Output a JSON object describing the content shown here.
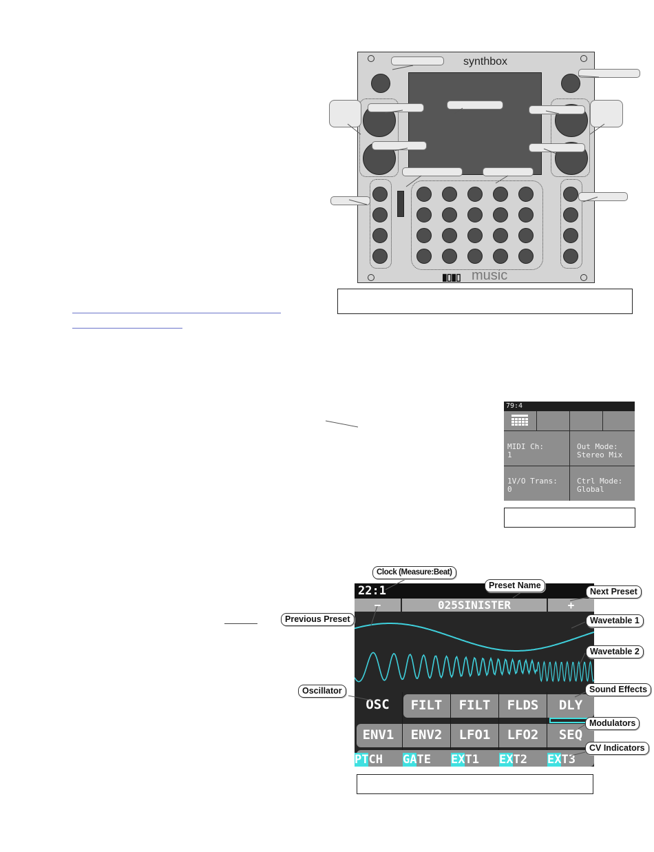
{
  "panel": {
    "title": "synthbox",
    "brand_logo": "1010music",
    "brand_text": "music"
  },
  "settings_screen": {
    "clock": "79:4",
    "midi_ch_label": "MIDI Ch:",
    "midi_ch_value": "1",
    "out_mode_label": "Out Mode:",
    "out_mode_value": "Stereo Mix",
    "trans_label": "1V/O Trans:",
    "trans_value": "0",
    "ctrl_mode_label": "Ctrl Mode:",
    "ctrl_mode_value": "Global"
  },
  "main_screen": {
    "clock": "22:1",
    "prev_preset": "−",
    "preset_name": "025SINISTER",
    "next_preset": "+",
    "row1": [
      "OSC",
      "FILT",
      "FILT",
      "FLDS",
      "DLY"
    ],
    "row2": [
      "ENV1",
      "ENV2",
      "LFO1",
      "LFO2",
      "SEQ"
    ],
    "cv": [
      {
        "hl": "PT",
        "rest": "CH"
      },
      {
        "hl": "GA",
        "rest": "TE"
      },
      {
        "hl": "EX",
        "rest": "T1"
      },
      {
        "hl": "EX",
        "rest": "T2"
      },
      {
        "hl": "EX",
        "rest": "T3"
      }
    ],
    "wave_color": "#3fd0dc"
  },
  "callouts": {
    "clock": "Clock (Measure:Beat)",
    "preset_name": "Preset Name",
    "next_preset": "Next Preset",
    "previous_preset": "Previous Preset",
    "wavetable1": "Wavetable 1",
    "wavetable2": "Wavetable 2",
    "oscillator": "Oscillator",
    "sound_effects": "Sound Effects",
    "modulators": "Modulators",
    "cv_indicators": "CV Indicators"
  }
}
